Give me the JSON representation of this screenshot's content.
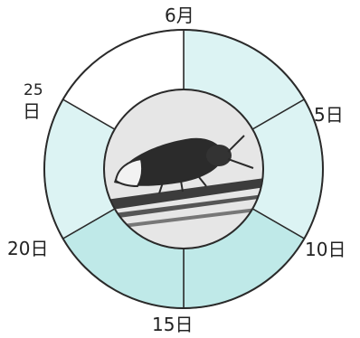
{
  "diagram": {
    "labels": {
      "june": "6月",
      "day5": "5日",
      "day10": "10日",
      "day15": "15日",
      "day20": "20日",
      "day25_num": "25",
      "day25_unit": "日"
    },
    "colors": {
      "ring_stroke": "#2a2a2a",
      "white_segment": "#ffffff",
      "light_cyan": "#dcf3f3",
      "cyan": "#bfe9e8",
      "photo_bg": "#e6e6e6",
      "firefly_body": "#2b2b2b",
      "firefly_light": "#f2f2f2",
      "leaf": "#3c3c3c"
    },
    "center_image": "firefly-on-grass-photo"
  }
}
